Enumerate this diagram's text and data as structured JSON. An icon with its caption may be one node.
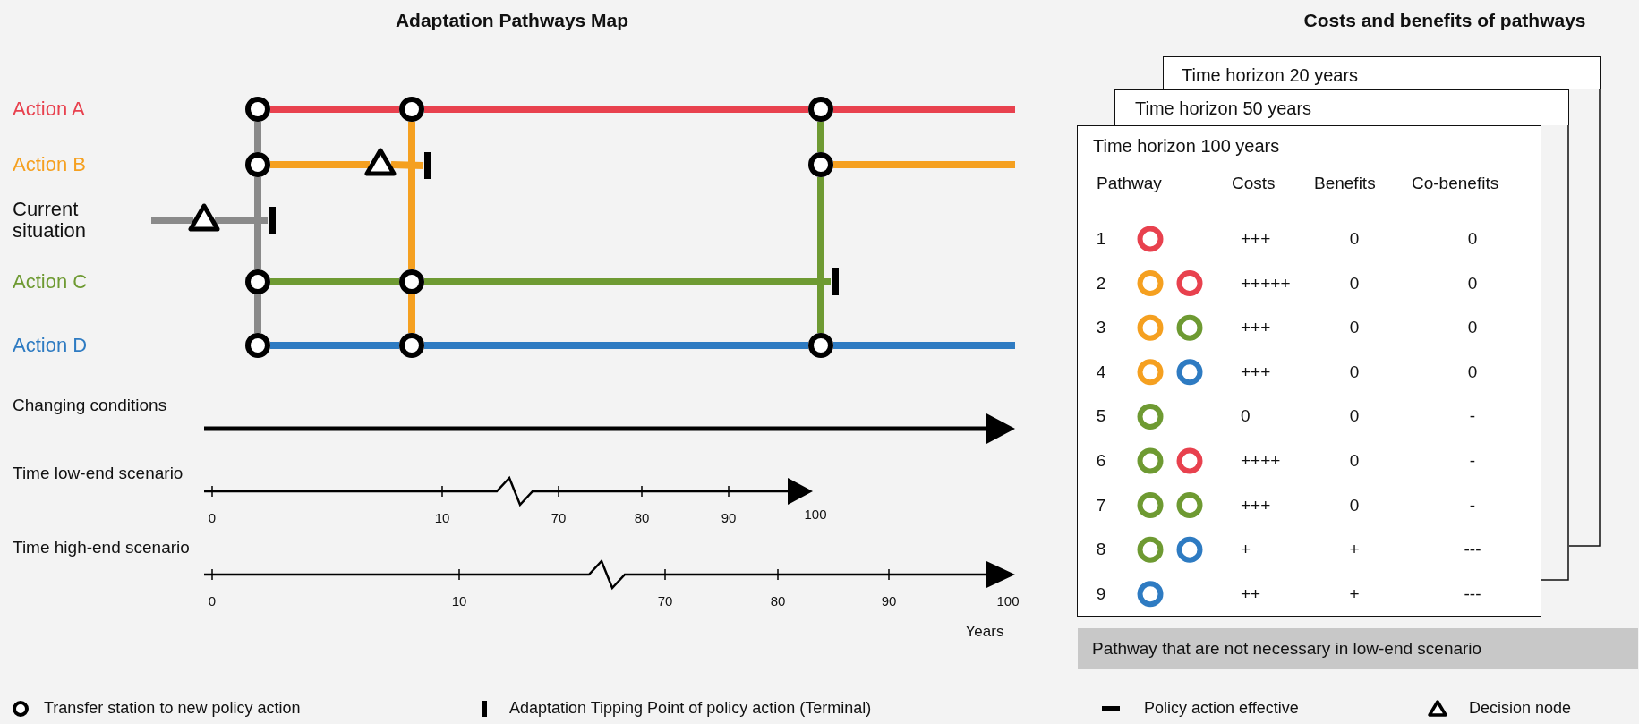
{
  "diagram": {
    "title": "Adaptation Pathways Map",
    "nodes": [
      {
        "text": [],
        "shape": "circle"
      },
      {
        "text": [],
        "shape": "circle"
      },
      {
        "text": [],
        "shape": "circle"
      },
      {
        "text": [],
        "shape": "circle"
      },
      {
        "text": [],
        "shape": "circle"
      },
      {
        "text": [],
        "shape": "circle"
      },
      {
        "text": [],
        "shape": "circle"
      },
      {
        "text": [],
        "shape": "circle"
      },
      {
        "text": [],
        "shape": "circle"
      },
      {
        "text": [],
        "shape": "circle"
      },
      {
        "text": [],
        "shape": "triangle"
      },
      {
        "text": [],
        "shape": "triangle"
      },
      {
        "text": [],
        "shape": "bar"
      },
      {
        "text": [],
        "shape": "bar"
      },
      {
        "text": [],
        "shape": "bar"
      },
      {
        "text": [
          "Time horizon 20 years"
        ]
      },
      {
        "text": [
          "Time horizon 50 years"
        ]
      },
      {
        "text": [
          "Time horizon 100 years"
        ]
      },
      {
        "text": [
          "Pathway that are not necessary in low-end scenario"
        ]
      },
      {
        "text": [],
        "shape": "box"
      },
      {
        "text": [],
        "shape": "box"
      }
    ],
    "edges": [
      {
        "from": 0,
        "to": 1,
        "arrow": "none",
        "color": "#e8414e"
      },
      {
        "from": 1,
        "to": 2,
        "arrow": "none",
        "color": "#e8414e"
      },
      {
        "from": 2,
        "to": null,
        "arrow": "none",
        "color": "#e8414e"
      },
      {
        "from": 3,
        "to": 10,
        "arrow": "none",
        "color": "#f5a020"
      },
      {
        "from": 10,
        "to": 12,
        "arrow": "none",
        "color": "#f5a020"
      },
      {
        "from": 4,
        "to": null,
        "arrow": "none",
        "color": "#f5a020"
      },
      {
        "from": null,
        "to": 11,
        "arrow": "none",
        "color": "#8a8a8a"
      },
      {
        "from": 11,
        "to": 13,
        "arrow": "none",
        "color": "#8a8a8a"
      },
      {
        "from": 5,
        "to": 6,
        "arrow": "none",
        "color": "#6e9a32"
      },
      {
        "from": 6,
        "to": 14,
        "arrow": "none",
        "color": "#6e9a32"
      },
      {
        "from": 7,
        "to": 8,
        "arrow": "none",
        "color": "#2e7bc2"
      },
      {
        "from": 8,
        "to": 9,
        "arrow": "none",
        "color": "#2e7bc2"
      },
      {
        "from": 9,
        "to": null,
        "arrow": "none",
        "color": "#2e7bc2"
      },
      {
        "from": 0,
        "to": 3,
        "arrow": "none",
        "color": "#8a8a8a"
      },
      {
        "from": 3,
        "to": 5,
        "arrow": "none",
        "color": "#8a8a8a"
      },
      {
        "from": 5,
        "to": 7,
        "arrow": "none",
        "color": "#8a8a8a"
      },
      {
        "from": 1,
        "to": 6,
        "arrow": "none",
        "color": "#f5a020"
      },
      {
        "from": 6,
        "to": 8,
        "arrow": "none",
        "color": "#f5a020"
      },
      {
        "from": 2,
        "to": 4,
        "arrow": "none",
        "color": "#6e9a32"
      },
      {
        "from": 4,
        "to": 9,
        "arrow": "none",
        "color": "#6e9a32"
      }
    ],
    "labels": [
      "Costs and benefits of pathways",
      "Action A",
      "Action B",
      "Current situation",
      "Action C",
      "Action D",
      "Changing conditions",
      "Time low-end scenario",
      "0",
      "10",
      "70",
      "80",
      "90",
      "100",
      "Time high-end scenario",
      "0",
      "10",
      "70",
      "80",
      "90",
      "100",
      "Years",
      "Pathway",
      "Costs",
      "Benefits",
      "Co-benefits",
      "1",
      "+++",
      "0",
      "0",
      "2",
      "+++++",
      "0",
      "0",
      "3",
      "+++",
      "0",
      "0",
      "4",
      "+++",
      "0",
      "0",
      "5",
      "0",
      "0",
      "-",
      "6",
      "++++",
      "0",
      "-",
      "7",
      "+++",
      "0",
      "-",
      "8",
      "+",
      "+",
      "---",
      "9",
      "++",
      "+",
      "---"
    ],
    "legend": [
      {
        "text": "Transfer station to new policy action"
      },
      {
        "text": "Adaptation Tipping Point of policy action (Terminal)"
      },
      {
        "text": "Policy action effective"
      },
      {
        "text": "Decision node"
      }
    ]
  }
}
